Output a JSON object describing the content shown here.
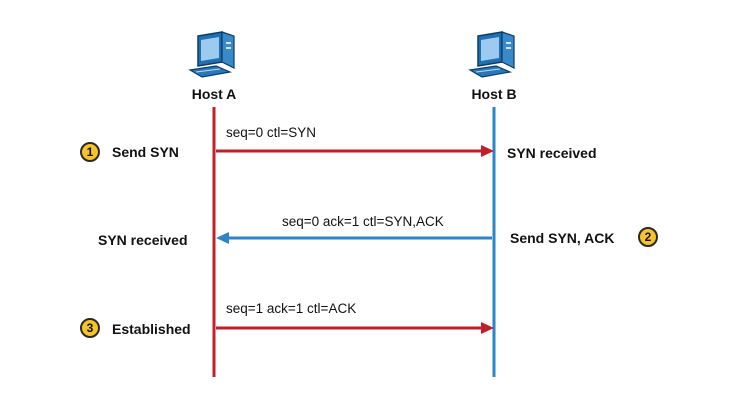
{
  "hosts": {
    "a": {
      "label": "Host A",
      "color": "#c0202a",
      "icon": "computer-icon"
    },
    "b": {
      "label": "Host B",
      "color": "#2b86c8",
      "icon": "computer-icon"
    }
  },
  "steps": [
    {
      "number": "1",
      "a_label": "Send SYN",
      "b_label": "SYN received",
      "message": "seq=0 ctl=SYN",
      "direction": "a-to-b",
      "color": "#c0202a"
    },
    {
      "number": "2",
      "a_label": "SYN received",
      "b_label": "Send SYN, ACK",
      "message": "seq=0 ack=1 ctl=SYN,ACK",
      "direction": "b-to-a",
      "color": "#2b86c8"
    },
    {
      "number": "3",
      "a_label": "Established",
      "b_label": "",
      "message": "seq=1 ack=1 ctl=ACK",
      "direction": "a-to-b",
      "color": "#c0202a"
    }
  ],
  "badge_color": "#f6c328"
}
